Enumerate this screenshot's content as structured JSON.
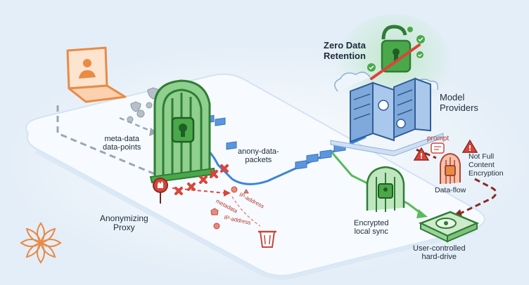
{
  "labels": {
    "zero_retention_l1": "Zero Data",
    "zero_retention_l2": "Retention",
    "model_providers_l1": "Model",
    "model_providers_l2": "Providers",
    "meta_data_l1": "meta-data",
    "meta_data_l2": "data-points",
    "anony_packets_l1": "anony-data-",
    "anony_packets_l2": "packets",
    "prompt": "prompt",
    "not_full_l1": "Not Full",
    "not_full_l2": "Content",
    "not_full_l3": "Encryption",
    "data_flow": "Data-flow",
    "proxy_l1": "Anonymizing",
    "proxy_l2": "Proxy",
    "encrypted_l1": "Encrypted",
    "encrypted_l2": "local sync",
    "hard_drive_l1": "User-controlled",
    "hard_drive_l2": "hard-drive",
    "discard_ip_1": "IP-address",
    "discard_metadata": "metadata",
    "discard_ip_2": "IP-address"
  },
  "icons": {
    "laptop": "laptop-user-icon",
    "gate": "locked-gate-icon",
    "open_lock": "open-padlock-icon",
    "servers": "server-rack-icon",
    "small_gate": "small-locked-gate-icon",
    "warning": "warning-icon",
    "hard_drive": "hard-drive-icon",
    "trash": "trash-bin-icon",
    "logo": "petal-logo-icon"
  },
  "colors": {
    "background": "#e4eef8",
    "platform": "#f7fbff",
    "green": "#4aa84a",
    "green_dark": "#2f7d34",
    "orange": "#e98a45",
    "red": "#d9453a",
    "blue_flow": "#3f83d9",
    "packet": "#5b95de",
    "dark_red_flow": "#8a2b22",
    "text": "#1c2b3a"
  }
}
